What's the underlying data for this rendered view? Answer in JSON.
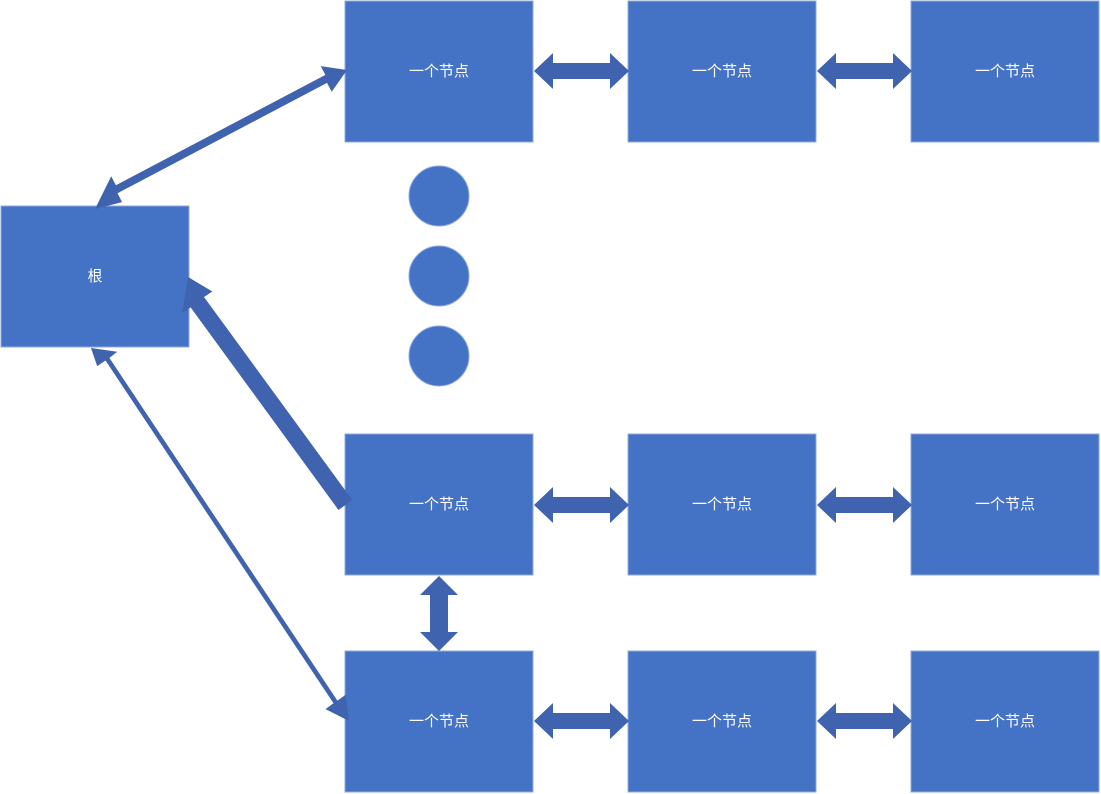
{
  "root": {
    "label": "根"
  },
  "rows": [
    {
      "nodes": [
        {
          "label": "一个节点"
        },
        {
          "label": "一个节点"
        },
        {
          "label": "一个节点"
        }
      ]
    },
    {
      "nodes": [
        {
          "label": "一个节点"
        },
        {
          "label": "一个节点"
        },
        {
          "label": "一个节点"
        }
      ]
    },
    {
      "nodes": [
        {
          "label": "一个节点"
        },
        {
          "label": "一个节点"
        },
        {
          "label": "一个节点"
        }
      ]
    }
  ],
  "colors": {
    "node_fill": "#4472C4",
    "node_border": "#8FAADC",
    "arrow_fill": "#3F63AE",
    "background": "#ffffff"
  }
}
